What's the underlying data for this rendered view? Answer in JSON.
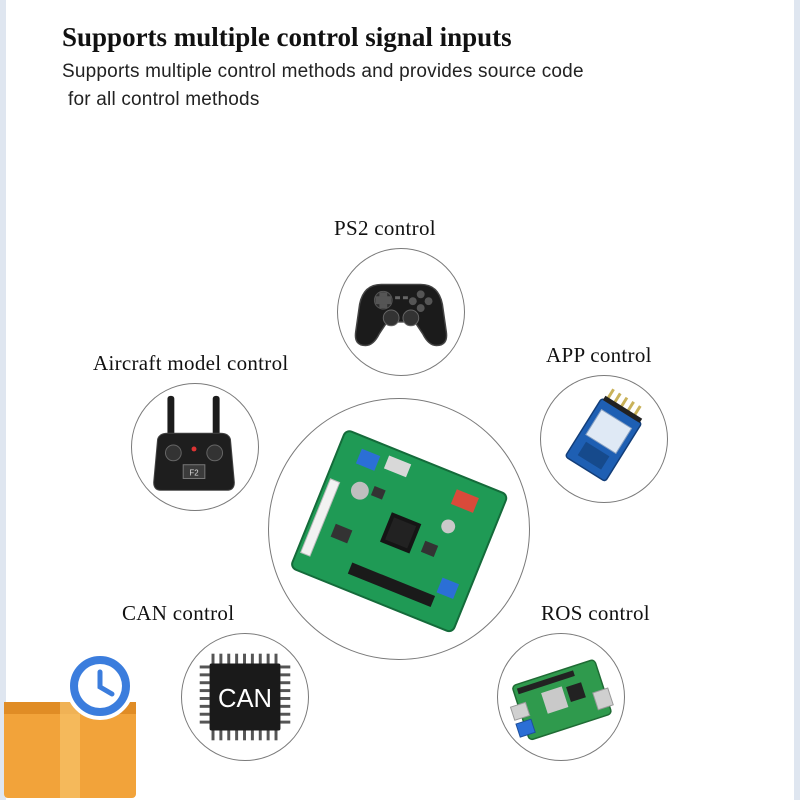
{
  "header": {
    "title": "Supports multiple control signal inputs",
    "subtitle_line1": "Supports multiple control methods and provides source code",
    "subtitle_line2": "for all control methods"
  },
  "methods": [
    {
      "label": "PS2 control",
      "icon": "gamepad-icon"
    },
    {
      "label": "APP control",
      "icon": "bluetooth-module-icon"
    },
    {
      "label": "Aircraft model control",
      "icon": "rc-transmitter-icon"
    },
    {
      "label": "CAN control",
      "icon": "chip-icon"
    },
    {
      "label": "ROS control",
      "icon": "raspberry-pi-board-icon"
    }
  ],
  "center": {
    "icon": "controller-board-icon"
  },
  "chip_text": "CAN",
  "rc_screen_text": "F2",
  "colors": {
    "board_green": "#1f9a55",
    "badge_box": "#f2a33a",
    "badge_clock": "#3b7ddd",
    "module_blue": "#1e5fb3"
  }
}
